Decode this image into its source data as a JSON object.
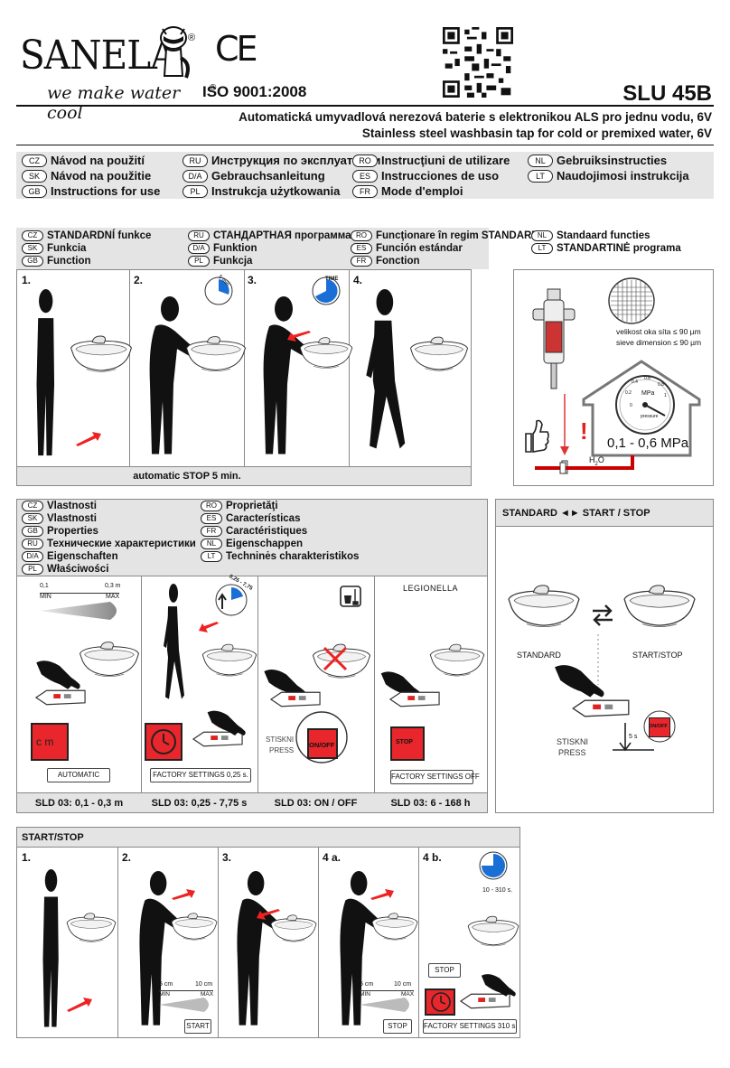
{
  "header": {
    "brand": "SANELA",
    "tagline": "we make water cool",
    "reg_mark": "®",
    "ce_mark": "CE",
    "iso": "ISO 9001:2008",
    "model": "SLU 45B",
    "subtitle_cz": "Automatická umyvadlová nerezová baterie s elektronikou ALS pro jednu vodu, 6V",
    "subtitle_en": "Stainless steel washbasin tap for cold or premixed water, 6V"
  },
  "manual_langs": [
    {
      "code": "CZ",
      "text": "Návod na použití"
    },
    {
      "code": "SK",
      "text": "Návod na použitie"
    },
    {
      "code": "GB",
      "text": "Instructions for use"
    },
    {
      "code": "RU",
      "text": "Инструкция по эксплуатации"
    },
    {
      "code": "D/A",
      "text": "Gebrauchsanleitung"
    },
    {
      "code": "PL",
      "text": "Instrukcja użytkowania"
    },
    {
      "code": "RO",
      "text": "Instrucţiuni de utilizare"
    },
    {
      "code": "ES",
      "text": "Instrucciones de uso"
    },
    {
      "code": "FR",
      "text": "Mode d'emploi"
    },
    {
      "code": "NL",
      "text": "Gebruiksinstructies"
    },
    {
      "code": "LT",
      "text": "Naudojimosi instrukcija"
    }
  ],
  "standard_langs": [
    {
      "code": "CZ",
      "text": "STANDARDNÍ funkce"
    },
    {
      "code": "SK",
      "text": "Funkcia"
    },
    {
      "code": "GB",
      "text": "Function"
    },
    {
      "code": "RU",
      "text": "СТАНДАРТНАЯ программа"
    },
    {
      "code": "D/A",
      "text": "Funktion"
    },
    {
      "code": "PL",
      "text": "Funkcja"
    },
    {
      "code": "RO",
      "text": "Funcţionare în regim STANDARD"
    },
    {
      "code": "ES",
      "text": "Función estándar"
    },
    {
      "code": "FR",
      "text": "Fonction"
    },
    {
      "code": "NL",
      "text": "Standaard functies"
    },
    {
      "code": "LT",
      "text": "STANDARTINĖ programa"
    }
  ],
  "standard_steps": [
    "1.",
    "2.",
    "3.",
    "4."
  ],
  "standard_icon_text": {
    "step2": "5 min",
    "step3": "TIME"
  },
  "standard_caption": "automatic STOP 5 min.",
  "filter": {
    "mesh_cz": "velikost oka síta ≤ 90 µm",
    "mesh_en": "sieve dimension ≤ 90 µm",
    "pressure": "0,1 - 0,6 MPa",
    "gauge_unit": "MPa",
    "gauge_label": "pressure",
    "gauge_ticks": [
      "0",
      "0.2",
      "0.4",
      "0.6",
      "0.8",
      "1"
    ],
    "h2o": "H",
    "h2o_sub": "2",
    "h2o_tail": "O",
    "warning": "!"
  },
  "properties_langs": [
    {
      "code": "CZ",
      "text": "Vlastnosti"
    },
    {
      "code": "SK",
      "text": "Vlastnosti"
    },
    {
      "code": "GB",
      "text": "Properties"
    },
    {
      "code": "RU",
      "text": "Технические характеристики"
    },
    {
      "code": "D/A",
      "text": "Eigenschaften"
    },
    {
      "code": "PL",
      "text": "Właściwości"
    },
    {
      "code": "RO",
      "text": "Proprietăţi"
    },
    {
      "code": "ES",
      "text": "Características"
    },
    {
      "code": "FR",
      "text": "Caractéristiques"
    },
    {
      "code": "NL",
      "text": "Eigenschappen"
    },
    {
      "code": "LT",
      "text": "Techninės charakteristikos"
    }
  ],
  "properties": {
    "range_min_val": "0,1",
    "range_max_val": "0,3 m",
    "range_min": "MIN",
    "range_max": "MAX",
    "cm": "c m",
    "time_range": "0,25 - 7,75",
    "press_cz": "STISKNI",
    "press_en": "PRESS",
    "on_off": "ON/OFF",
    "legionella": "LEGIONELLA",
    "stop": "STOP",
    "box1": "AUTOMATIC",
    "box2": "FACTORY SETTINGS 0,25 s.",
    "box4": "FACTORY SETTINGS OFF",
    "captions": [
      "SLD 03: 0,1 - 0,3 m",
      "SLD 03: 0,25 - 7,75 s",
      "SLD 03: ON / OFF",
      "SLD 03: 6 - 168 h"
    ]
  },
  "standard_startstop": {
    "title": "STANDARD ◄► START / STOP",
    "standard": "STANDARD",
    "startstop": "START/STOP",
    "press_cz": "STISKNI",
    "press_en": "PRESS",
    "time": "5 s",
    "on_off": "ON/OFF"
  },
  "startstop": {
    "title": "START/STOP",
    "steps": [
      "1.",
      "2.",
      "3.",
      "4 a.",
      "4 b."
    ],
    "min_val": "5 cm",
    "max_val": "10 cm",
    "min": "MIN",
    "max": "MAX",
    "start": "START",
    "stop": "STOP",
    "range": "10 - 310 s.",
    "factory": "FACTORY SETTINGS 310 s."
  }
}
